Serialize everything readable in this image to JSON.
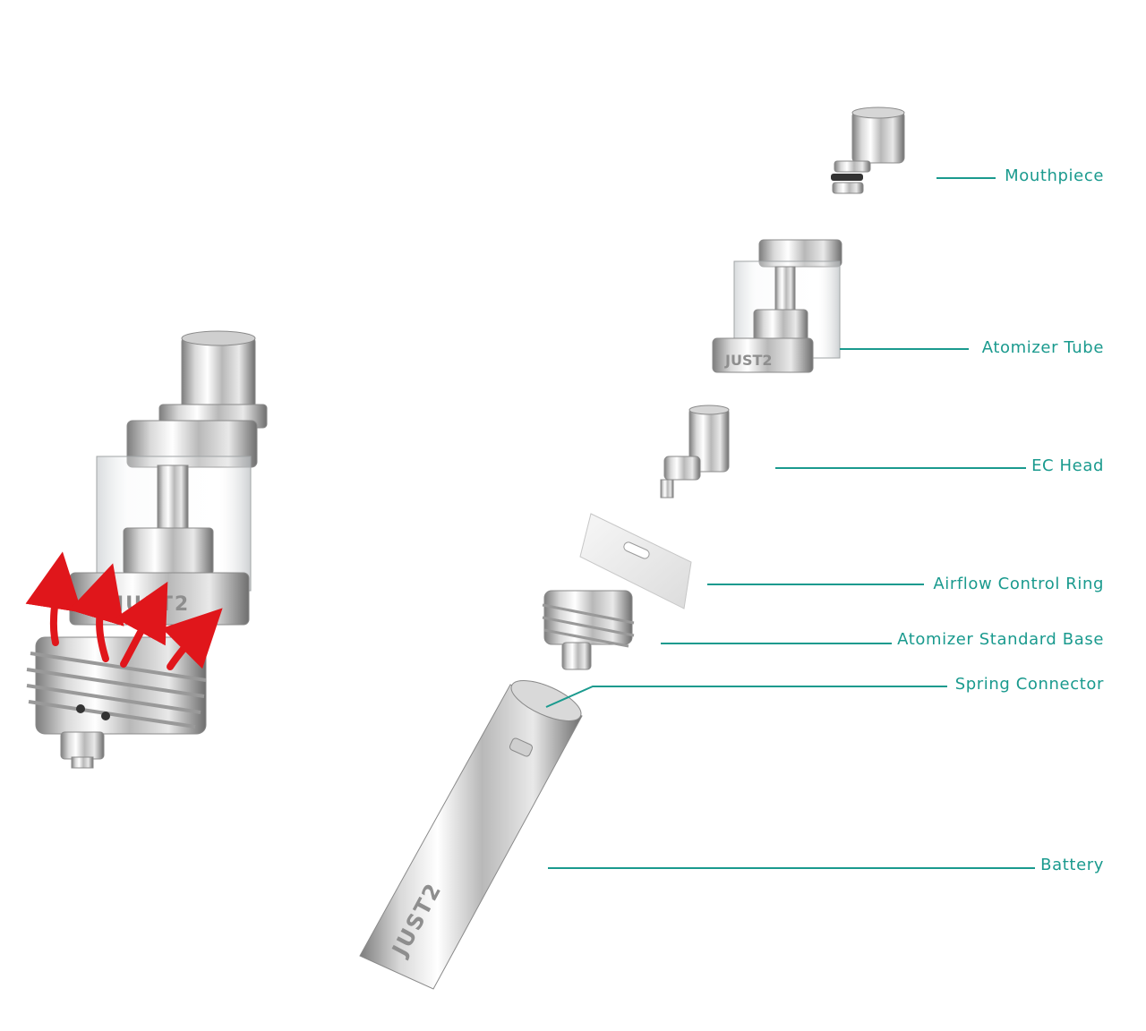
{
  "accent_color": "#1a9a8e",
  "arrow_color": "#e0161b",
  "parts": [
    {
      "id": "mouthpiece",
      "label": "Mouthpiece"
    },
    {
      "id": "atomizer-tube",
      "label": "Atomizer Tube"
    },
    {
      "id": "ec-head",
      "label": "EC Head"
    },
    {
      "id": "airflow-control-ring",
      "label": "Airflow Control Ring"
    },
    {
      "id": "atomizer-standard-base",
      "label": "Atomizer Standard Base"
    },
    {
      "id": "spring-connector",
      "label": "Spring Connector"
    },
    {
      "id": "battery",
      "label": "Battery"
    }
  ],
  "engraving": "JUST2",
  "icons": {
    "airflow": "airflow-arrow-icon"
  }
}
